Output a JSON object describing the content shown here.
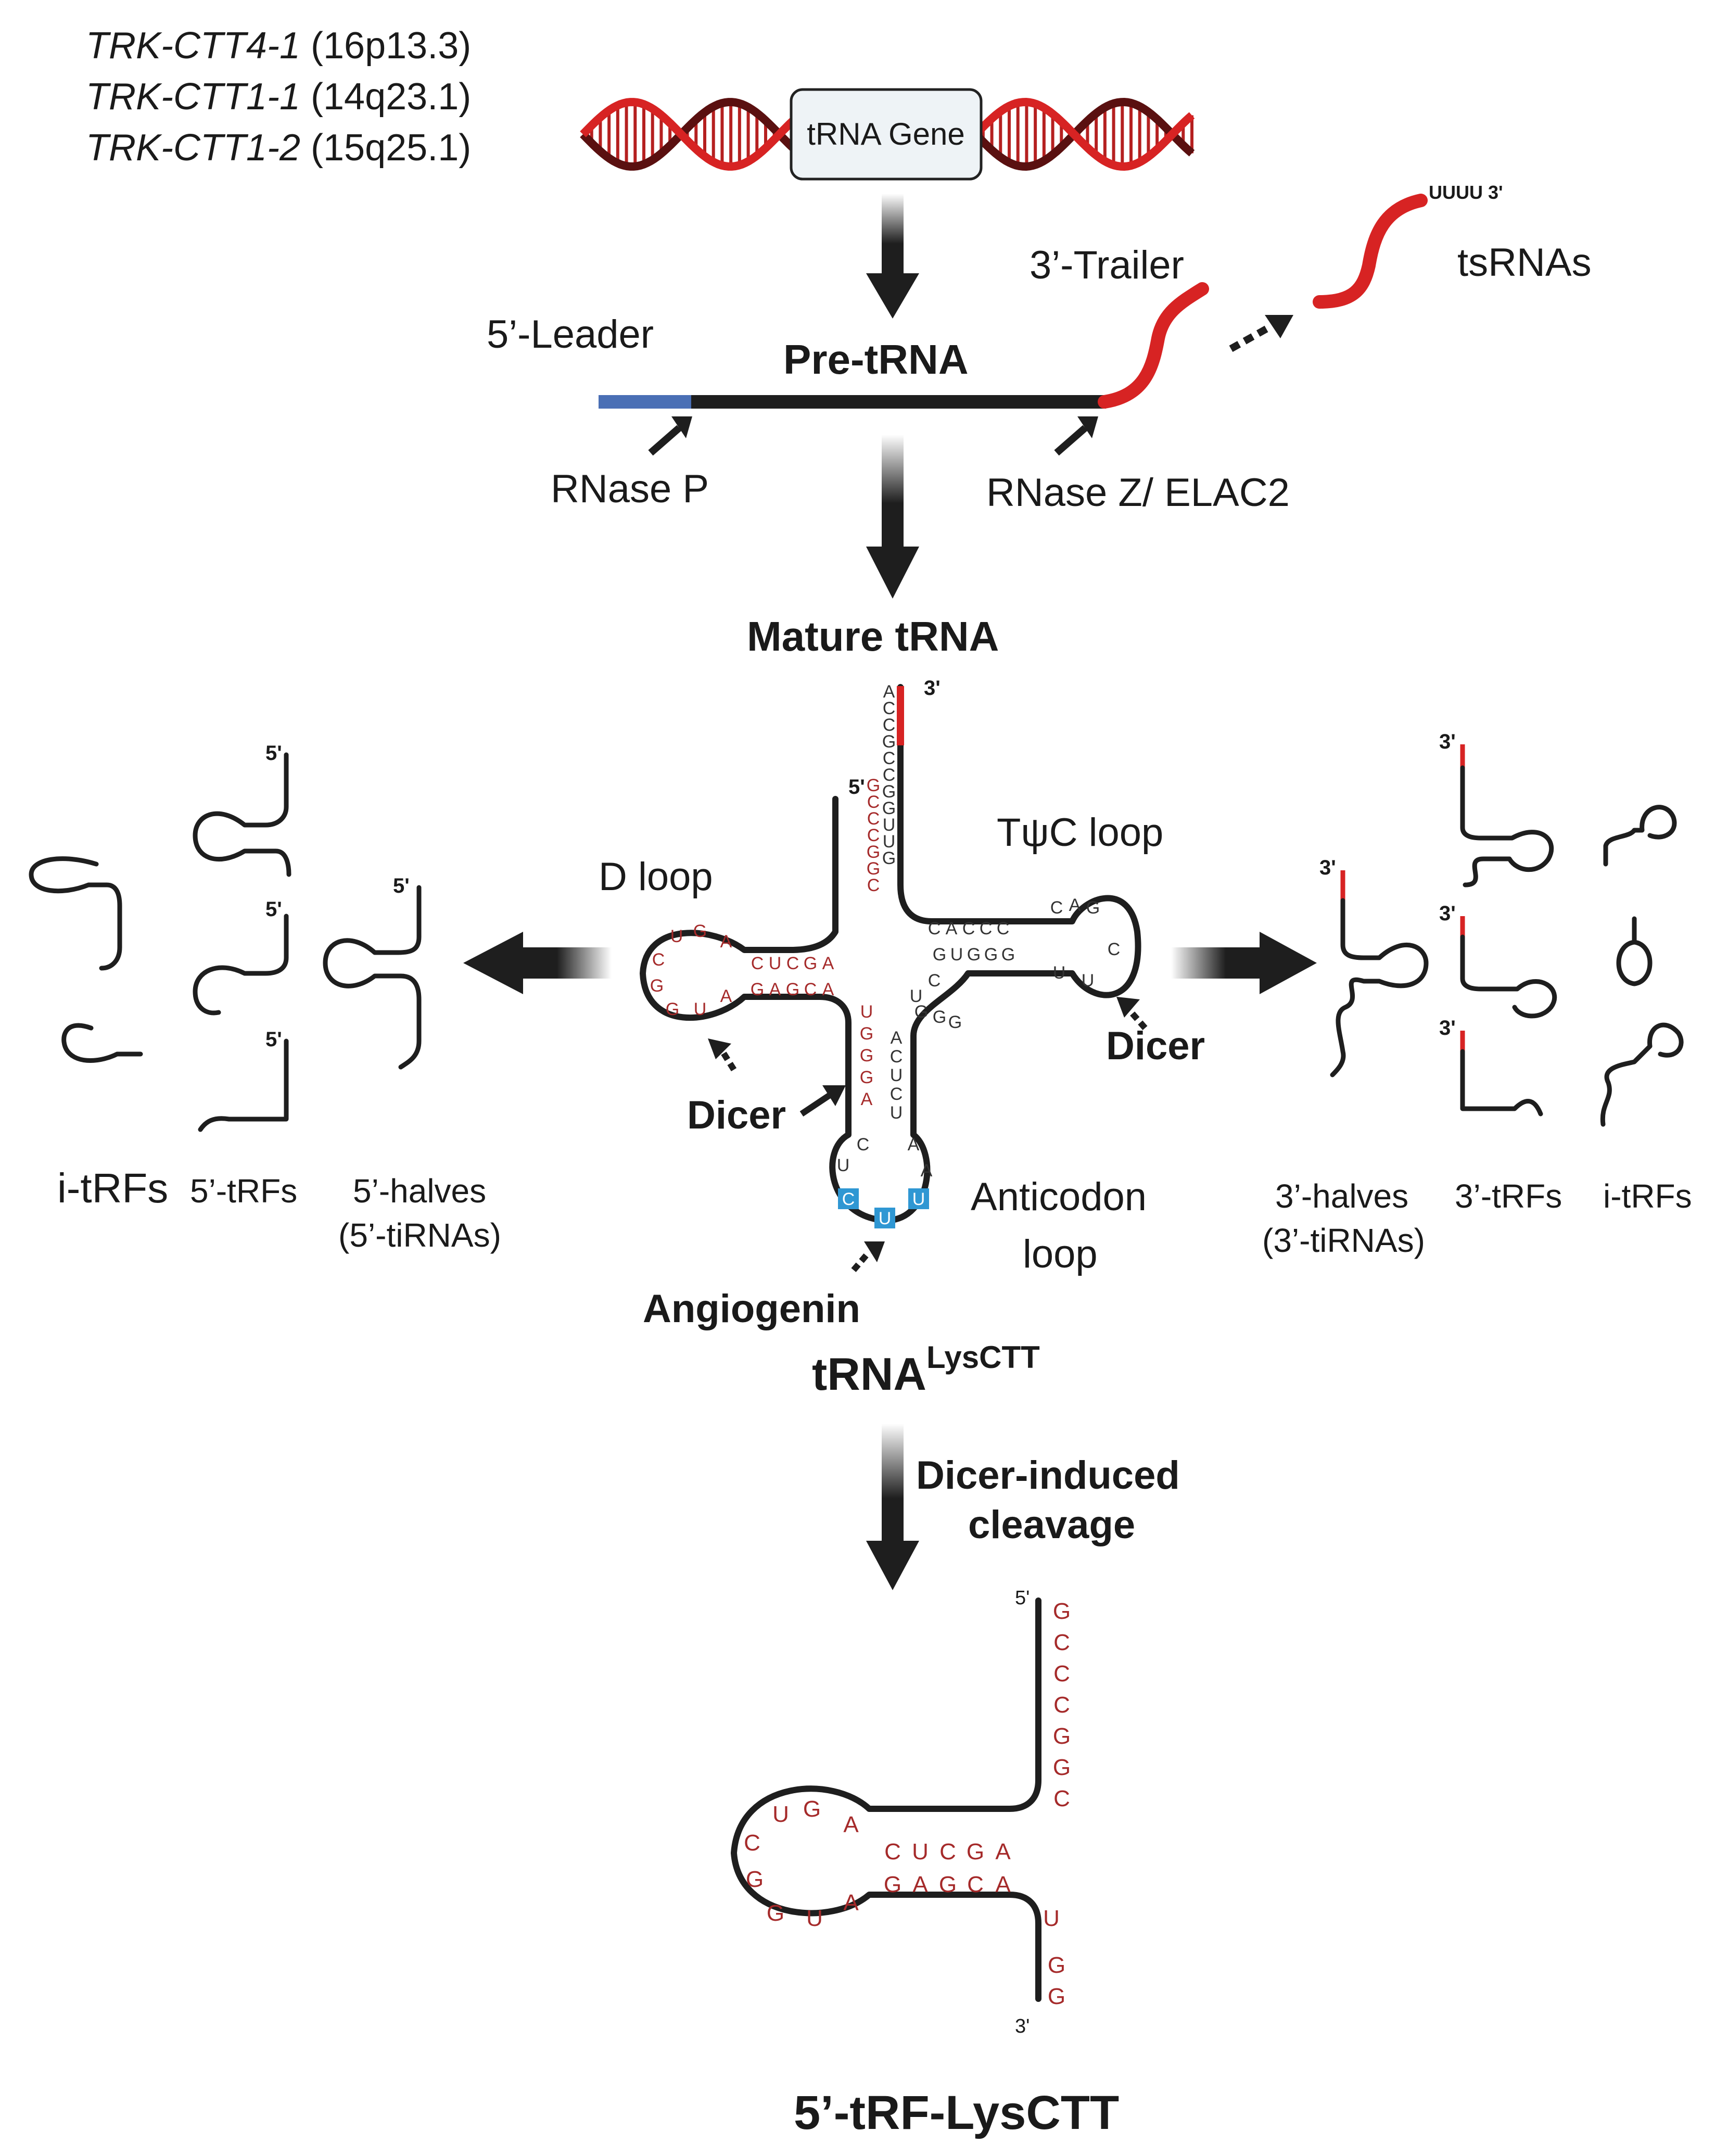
{
  "genes": [
    {
      "name": "TRK-CTT4-1",
      "locus": "(16p13.3)"
    },
    {
      "name": "TRK-CTT1-1",
      "locus": "(14q23.1)"
    },
    {
      "name": "TRK-CTT1-2",
      "locus": "(15q25.1)"
    }
  ],
  "gene_box_label": "tRNA Gene",
  "pre_trna": {
    "title": "Pre-tRNA",
    "leader": "5’-Leader",
    "trailer": "3’-Trailer",
    "tsrnas": "tsRNAs",
    "uuuu": "UUUU 3'",
    "rnase_p": "RNase P",
    "rnase_z": "RNase Z/ ELAC2"
  },
  "mature": {
    "title": "Mature tRNA",
    "d_loop": "D loop",
    "t_loop": "TψC loop",
    "anticodon_loop_1": "Anticodon",
    "anticodon_loop_2": "loop",
    "dicer": "Dicer",
    "angiogenin": "Angiogenin",
    "name_main": "tRNA",
    "name_sup": "LysCTT",
    "five_prime": "5'",
    "three_prime": "3'"
  },
  "left_fragments": {
    "i_trfs": "i-tRFs",
    "five_trfs": "5’-tRFs",
    "five_halves_1": "5’-halves",
    "five_halves_2": "(5’-tiRNAs)",
    "five_prime": "5'"
  },
  "right_fragments": {
    "three_halves_1": "3’-halves",
    "three_halves_2": "(3’-tiRNAs)",
    "three_trfs": "3’-tRFs",
    "i_trfs": "i-tRFs",
    "three_prime": "3'"
  },
  "cleavage": {
    "line1": "Dicer-induced",
    "line2": "cleavage"
  },
  "product": {
    "title": "5’-tRF-LysCTT",
    "five_prime": "5'",
    "three_prime": "3'"
  },
  "sequences": {
    "acceptor_3prime": [
      "A",
      "C",
      "C",
      "G",
      "C",
      "C",
      "G",
      "G",
      "U",
      "U",
      "G"
    ],
    "acceptor_5prime": [
      "G",
      "C",
      "C",
      "C",
      "G",
      "G",
      "C"
    ],
    "d_stem_top": [
      "C",
      "U",
      "C",
      "G",
      "A"
    ],
    "d_stem_bottom": [
      "G",
      "A",
      "G",
      "C",
      "A"
    ],
    "d_loop": [
      "U",
      "G",
      "A",
      "C",
      "G",
      "G",
      "U",
      "A"
    ],
    "t_stem_top": [
      "C",
      "A",
      "C",
      "C",
      "C"
    ],
    "t_stem_bottom": [
      "G",
      "U",
      "G",
      "G",
      "G"
    ],
    "t_loop": [
      "C",
      "A",
      "G",
      "C",
      "U",
      "U"
    ],
    "variable": [
      "C",
      "U",
      "G",
      "G",
      "G"
    ],
    "ac_stem_left": [
      "U",
      "G",
      "G",
      "G",
      "A"
    ],
    "ac_stem_right": [
      "A",
      "C",
      "U",
      "C",
      "U"
    ],
    "ac_loop": [
      "C",
      "U",
      "U",
      "A",
      "A",
      "U",
      "C"
    ],
    "product_stem": [
      "G",
      "C",
      "C",
      "C",
      "G",
      "G",
      "C"
    ],
    "product_tail": [
      "U",
      "G",
      "G"
    ]
  },
  "colors": {
    "dna_red": "#d72323",
    "dna_dark": "#5a1010",
    "leader_blue": "#4a6fb5",
    "anticodon_blue": "#2f97d3",
    "nucleotide_red": "#a52a2a"
  }
}
